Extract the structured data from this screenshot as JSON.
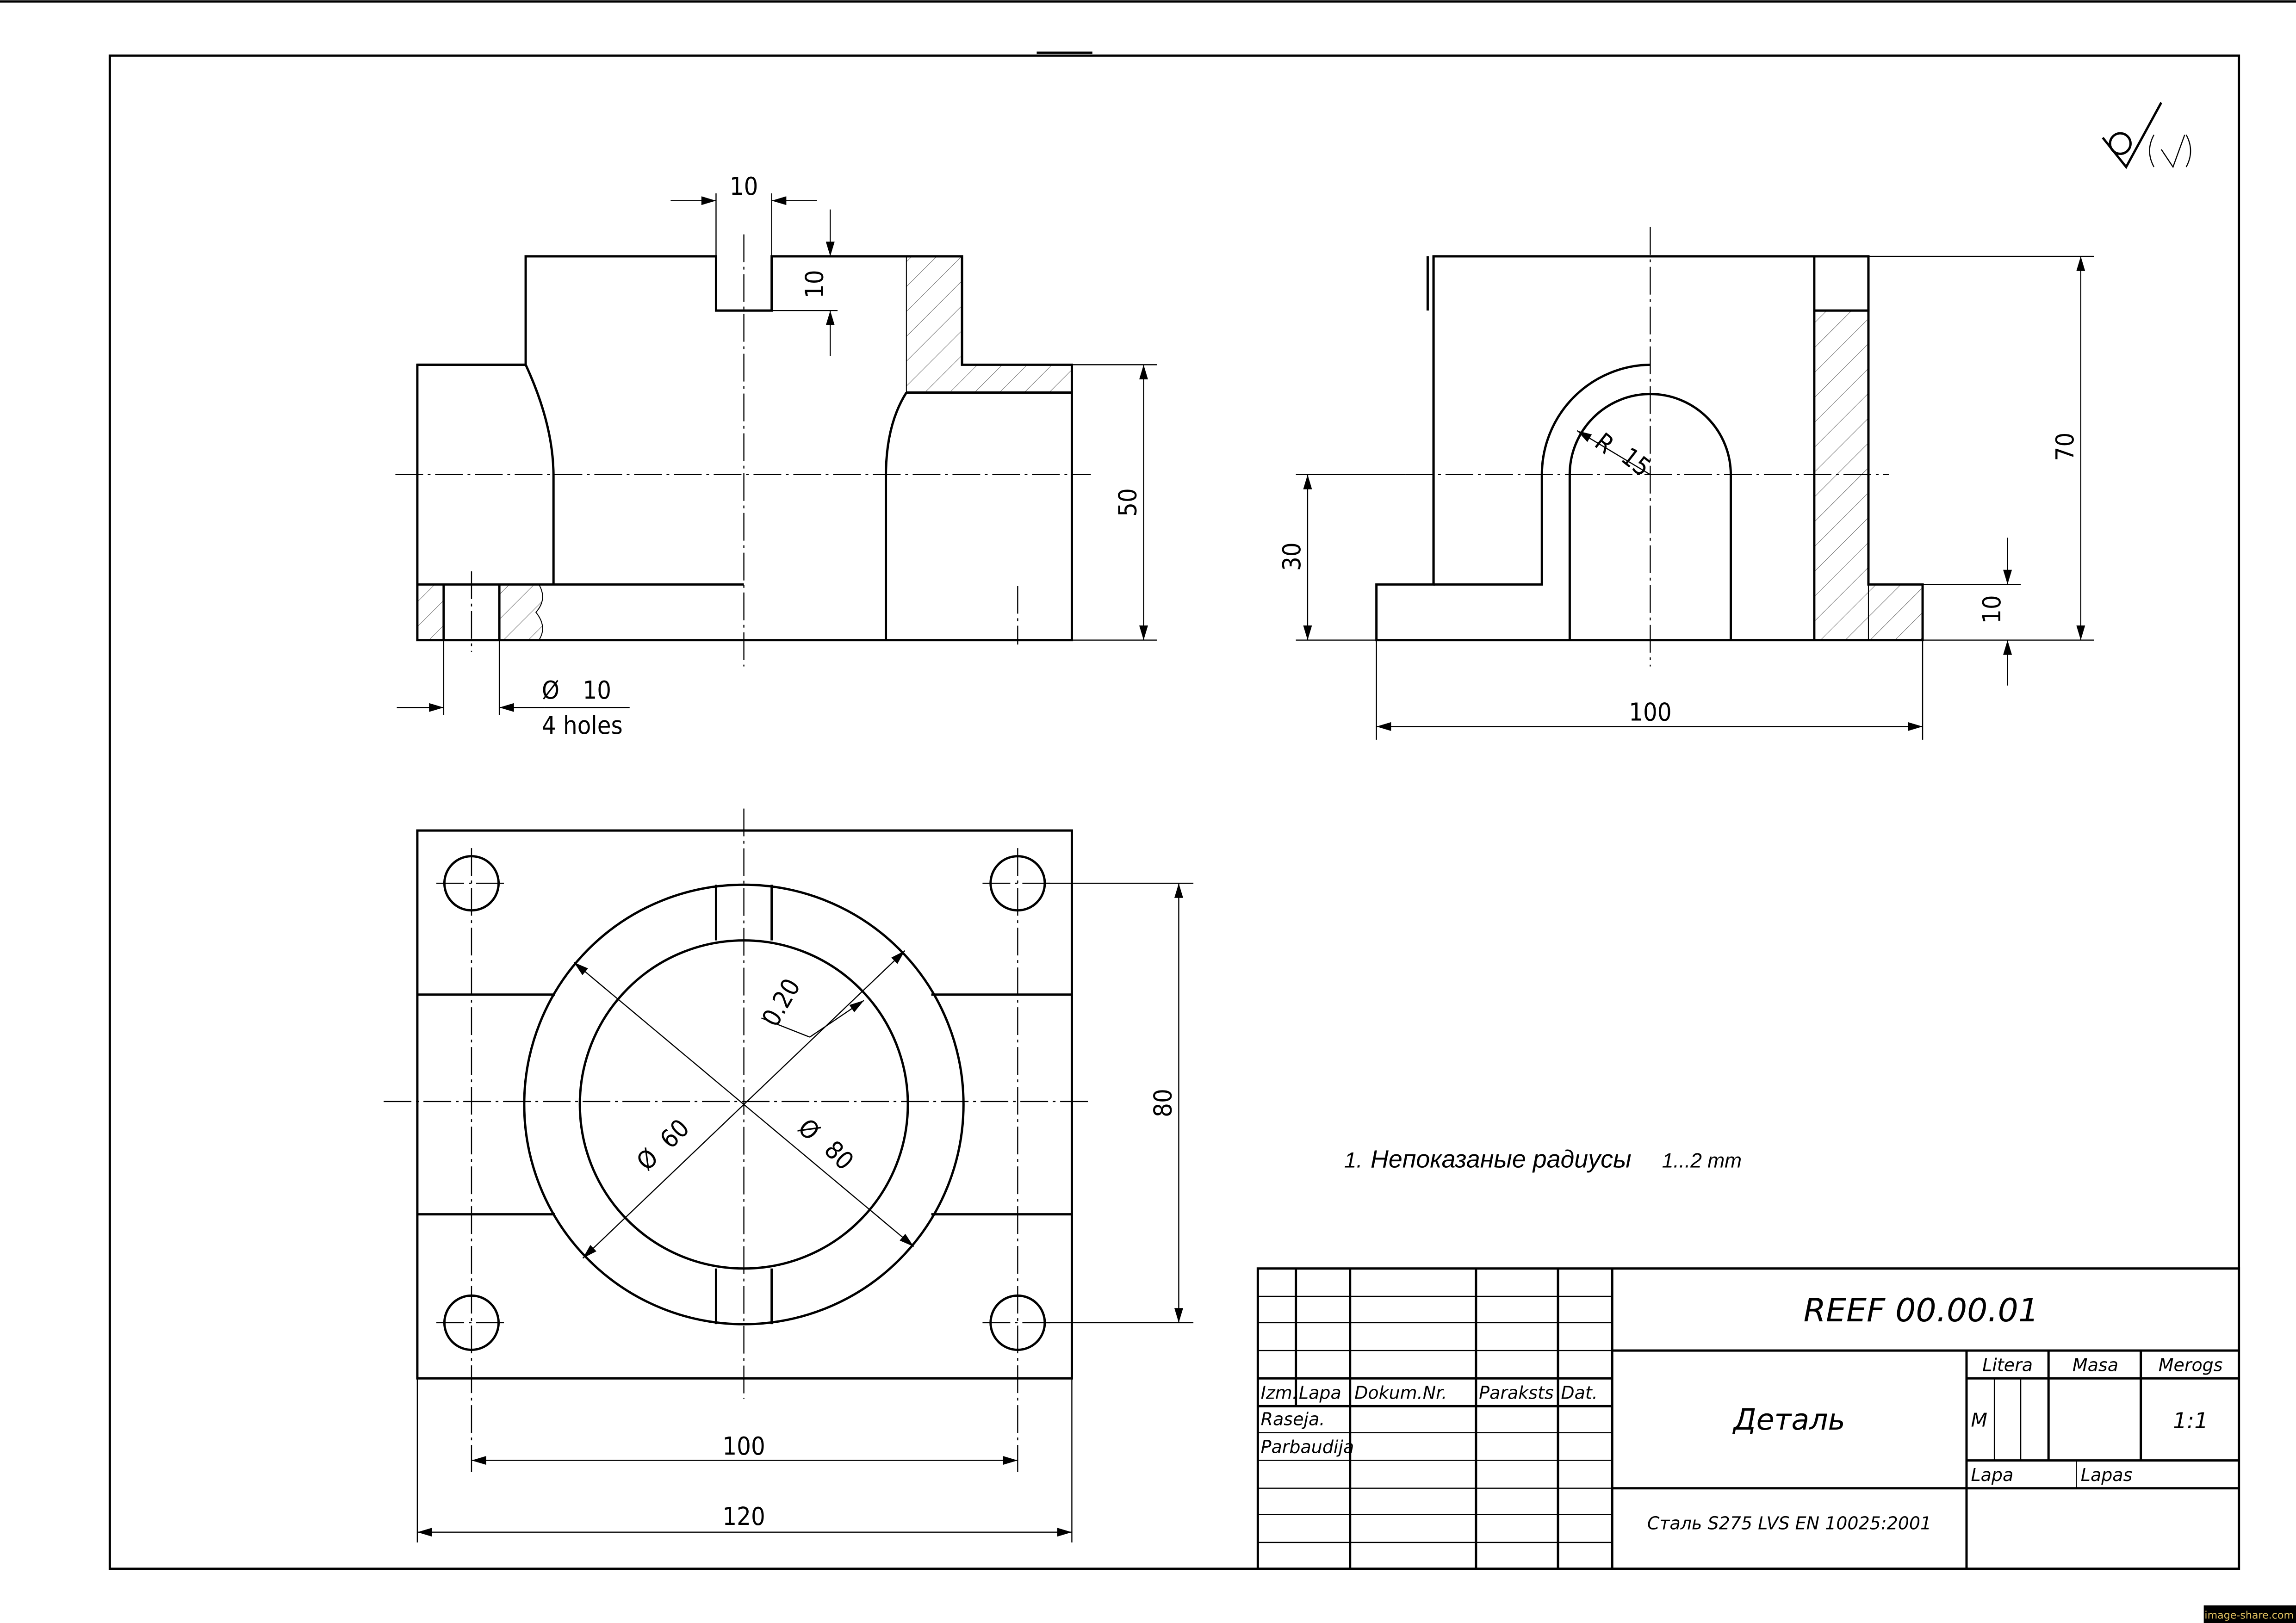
{
  "dimensions": {
    "front_slot_width": "10",
    "front_slot_depth": "10",
    "front_height": "50",
    "hole_diameter": "10",
    "hole_count": "4 holes",
    "side_total_height": "70",
    "side_axis_height": "30",
    "side_base_thickness": "10",
    "side_width": "100",
    "side_radius": "15",
    "top_hole_spacing_x": "100",
    "top_overall_width": "120",
    "top_hole_spacing_y": "80",
    "bore_inner": "60",
    "bore_outer": "80",
    "chamfer": "0.20"
  },
  "notes": {
    "note_1": "1.",
    "note_1_text": "Непоказаные радиусы",
    "note_1_value": "1...2 mm"
  },
  "title_block": {
    "designation": "REEF 00.00.01",
    "part_name": "Деталь",
    "material": "Сталь S275 LVS EN 10025:2001",
    "col_izm": "Izm.",
    "col_lapa": "Lapa",
    "col_dokum": "Dokum.Nr.",
    "col_paraksts": "Paraksts",
    "col_dat": "Dat.",
    "row_raseja": "Raseja.",
    "row_parbaudija": "Parbaudija",
    "litera_label": "Litera",
    "masa_label": "Masa",
    "merogs_label": "Merogs",
    "litera_value": "M",
    "scale_value": "1:1",
    "lapa_label": "Lapa",
    "lapas_label": "Lapas"
  },
  "watermark": "image-share.com"
}
